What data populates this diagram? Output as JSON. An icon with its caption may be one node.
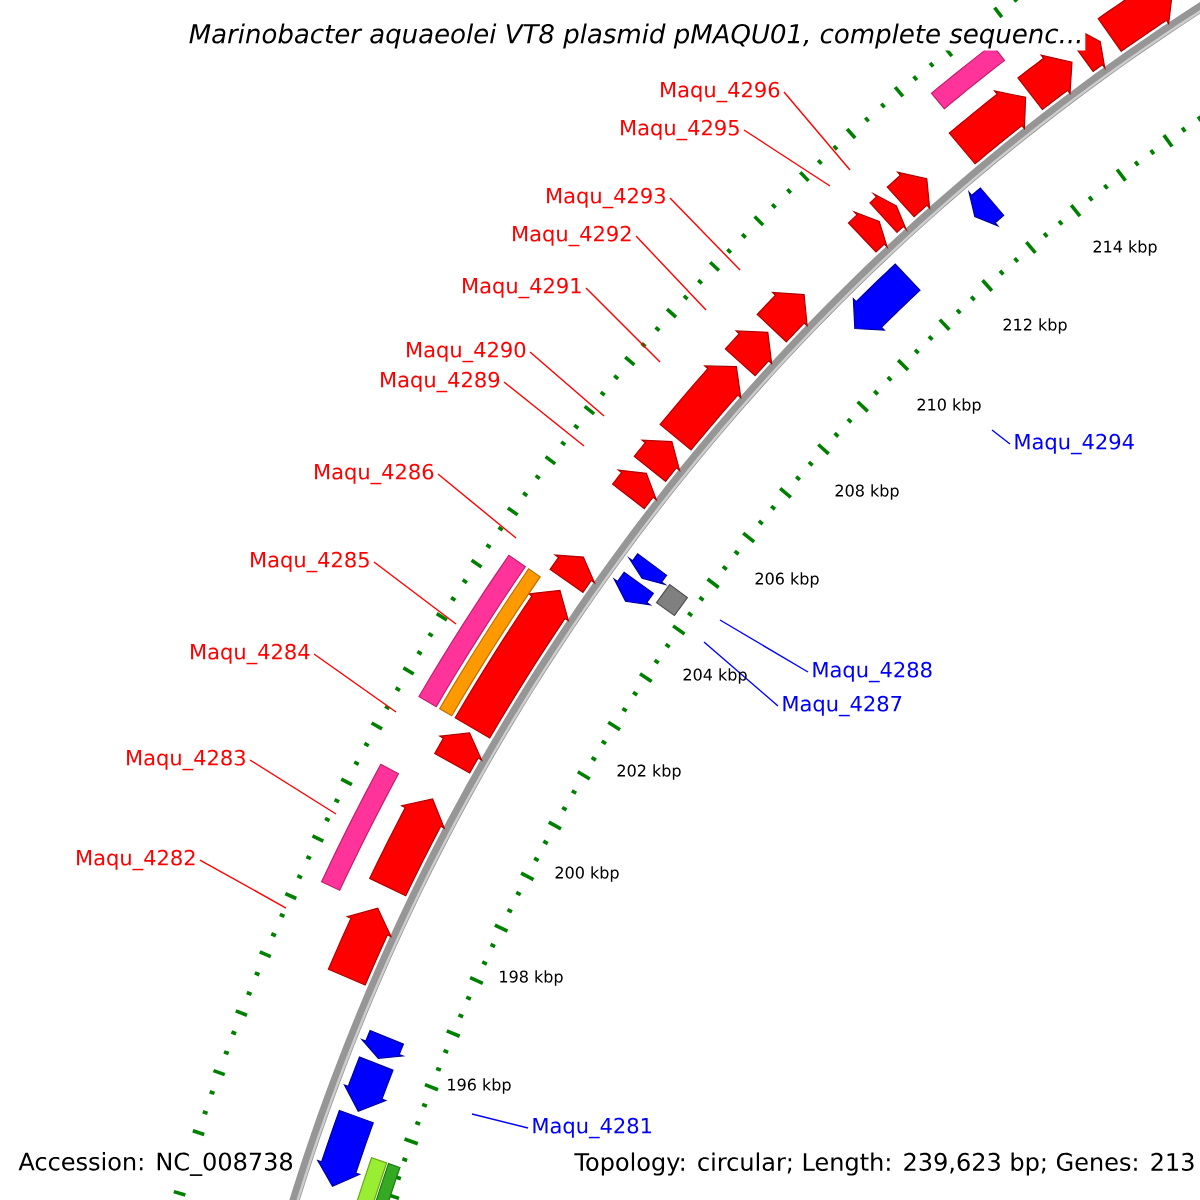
{
  "diagram": {
    "title": "Marinobacter aquaeolei VT8 plasmid pMAQU01, complete sequenc...",
    "nodes": [
      {
        "text": [
          "Maqu_4296"
        ]
      },
      {
        "text": [
          "Maqu_4295"
        ]
      },
      {
        "text": [
          "Maqu_4293"
        ]
      },
      {
        "text": [
          "Maqu_4292"
        ]
      },
      {
        "text": [
          "Maqu_4291"
        ]
      },
      {
        "text": [
          "Maqu_4290"
        ]
      },
      {
        "text": [
          "Maqu_4289"
        ]
      },
      {
        "text": [
          "Maqu_4286"
        ]
      },
      {
        "text": [
          "Maqu_4285"
        ]
      },
      {
        "text": [
          "Maqu_4284"
        ]
      },
      {
        "text": [
          "Maqu_4283"
        ]
      },
      {
        "text": [
          "Maqu_4282"
        ]
      },
      {
        "text": [
          "Maqu_4294"
        ]
      },
      {
        "text": [
          "Maqu_4288"
        ]
      },
      {
        "text": [
          "Maqu_4287"
        ]
      },
      {
        "text": [
          "Maqu_4281"
        ]
      }
    ],
    "edges": [
      {
        "from": 0,
        "to": null,
        "arrow": "none"
      },
      {
        "from": 1,
        "to": null,
        "arrow": "none"
      },
      {
        "from": 2,
        "to": null,
        "arrow": "none"
      },
      {
        "from": 3,
        "to": null,
        "arrow": "none"
      },
      {
        "from": 4,
        "to": null,
        "arrow": "none"
      },
      {
        "from": 5,
        "to": null,
        "arrow": "none"
      },
      {
        "from": 6,
        "to": null,
        "arrow": "none"
      },
      {
        "from": 7,
        "to": null,
        "arrow": "none"
      },
      {
        "from": 8,
        "to": null,
        "arrow": "none"
      },
      {
        "from": 9,
        "to": null,
        "arrow": "none"
      },
      {
        "from": 10,
        "to": null,
        "arrow": "none"
      },
      {
        "from": 11,
        "to": null,
        "arrow": "none"
      },
      {
        "from": 12,
        "to": null,
        "arrow": "none",
        "color": "#0000ff"
      },
      {
        "from": 13,
        "to": null,
        "arrow": "none",
        "color": "#0000ff"
      },
      {
        "from": 14,
        "to": null,
        "arrow": "none",
        "color": "#0000ff"
      },
      {
        "from": 15,
        "to": null,
        "arrow": "none",
        "color": "#0000ff"
      }
    ],
    "labels": [
      "214 kbp",
      "212 kbp",
      "210 kbp",
      "208 kbp",
      "206 kbp",
      "204 kbp",
      "202 kbp",
      "200 kbp",
      "198 kbp",
      "196 kbp",
      "Accession: NC_008738",
      "Topology: circular; Length: 239,623 bp; Genes: 213"
    ]
  }
}
